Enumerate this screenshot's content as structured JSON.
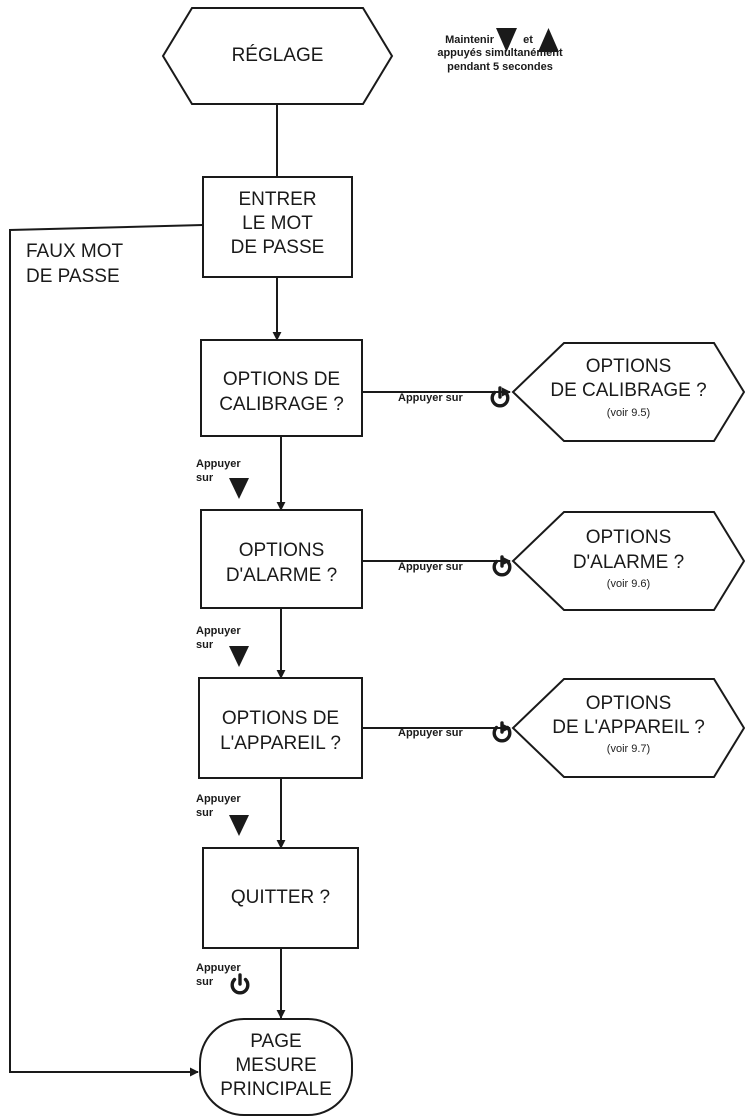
{
  "start": {
    "label": "RÉGLAGE"
  },
  "instruction": {
    "line1_word1": "Maintenir",
    "line1_word2": "et",
    "line2": "appuyés simultanément",
    "line3": "pendant 5 secondes"
  },
  "password": {
    "line1": "ENTRER",
    "line2": "LE MOT",
    "line3": "DE PASSE"
  },
  "wrong_password": {
    "line1": "FAUX MOT",
    "line2": "DE PASSE"
  },
  "steps": [
    {
      "line1": "OPTIONS DE",
      "line2": "CALIBRAGE ?"
    },
    {
      "line1": "OPTIONS",
      "line2": "D'ALARME ?"
    },
    {
      "line1": "OPTIONS DE",
      "line2": "L'APPAREIL ?"
    },
    {
      "line1": "QUITTER ?"
    }
  ],
  "submenus": [
    {
      "line1": "OPTIONS",
      "line2": "DE CALIBRAGE ?",
      "ref": "(voir 9.5)"
    },
    {
      "line1": "OPTIONS",
      "line2": "D'ALARME ?",
      "ref": "(voir 9.6)"
    },
    {
      "line1": "OPTIONS",
      "line2": "DE L'APPAREIL ?",
      "ref": "(voir 9.7)"
    }
  ],
  "press_power_label": "Appuyer sur",
  "press_down": {
    "line1": "Appuyer",
    "line2": "sur"
  },
  "end": {
    "line1": "PAGE",
    "line2": "MESURE",
    "line3": "PRINCIPALE"
  },
  "icons": {
    "down_triangle": "down-triangle-icon",
    "up_triangle": "up-triangle-icon",
    "power": "power-icon"
  },
  "colors": {
    "line": "#1a1a1a",
    "fill": "#ffffff"
  }
}
